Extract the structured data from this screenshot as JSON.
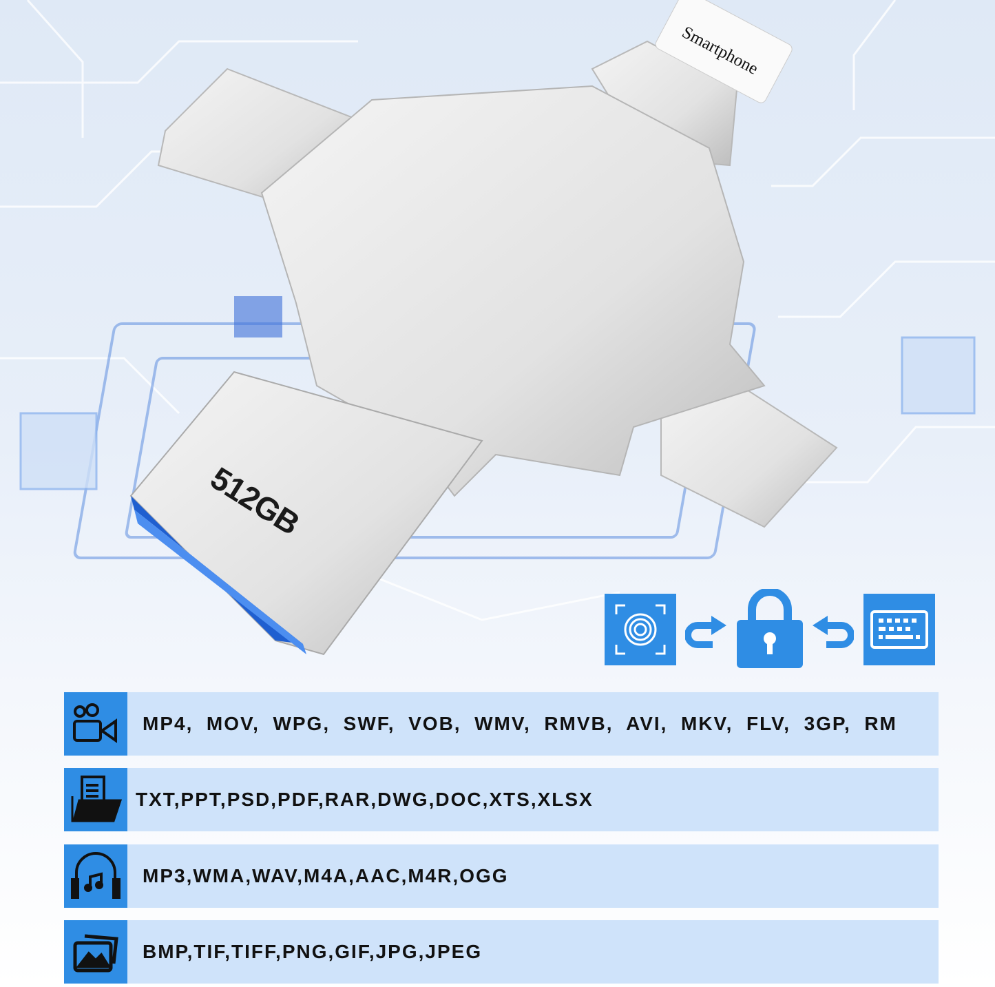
{
  "product": {
    "port_label": "Smartphone",
    "capacity": "512GB"
  },
  "security": {
    "icons": [
      "fingerprint-icon",
      "lock-icon",
      "keyboard-icon"
    ]
  },
  "formats": [
    {
      "icon": "video-camera-icon",
      "text": "MP4,  MOV,  WPG,  SWF,  VOB,  WMV,  RMVB,  AVI,  MKV,  FLV,  3GP,  RM"
    },
    {
      "icon": "document-folder-icon",
      "text": "TXT,PPT,PSD,PDF,RAR,DWG,DOC,XTS,XLSX"
    },
    {
      "icon": "headphones-music-icon",
      "text": "MP3,WMA,WAV,M4A,AAC,M4R,OGG"
    },
    {
      "icon": "image-gallery-icon",
      "text": "BMP,TIF,TIFF,PNG,GIF,JPG,JPEG"
    }
  ],
  "colors": {
    "accent": "#2f8de4",
    "row_bg": "#cfe3fa"
  }
}
